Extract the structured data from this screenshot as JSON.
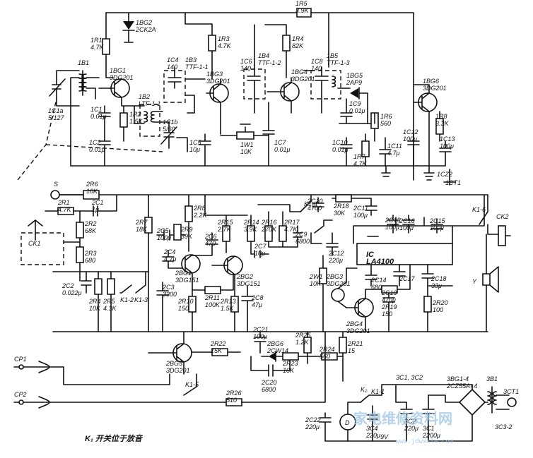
{
  "components": {
    "top": [
      {
        "ref": "1R5",
        "value": "3.9K"
      },
      {
        "ref": "1BG2",
        "value": "2CK2A"
      },
      {
        "ref": "1R1",
        "value": "4.7K"
      },
      {
        "ref": "1B1",
        "value": ""
      },
      {
        "ref": "1BG1",
        "value": "3DG201"
      },
      {
        "ref": "1C1a",
        "value": "5/127"
      },
      {
        "ref": "1C1",
        "value": "0.01μ"
      },
      {
        "ref": "1R2",
        "value": "1.5K"
      },
      {
        "ref": "1B2",
        "value": "LTF-1-1"
      },
      {
        "ref": "1C2",
        "value": "0.01μ"
      },
      {
        "ref": "1C1b",
        "value": "5/60"
      },
      {
        "ref": "1C4",
        "value": "140"
      },
      {
        "ref": "1B3",
        "value": "TTF-1-1"
      },
      {
        "ref": "1R3",
        "value": "4.7K"
      },
      {
        "ref": "1BG3",
        "value": "3DG201"
      },
      {
        "ref": "1C5",
        "value": "10μ"
      },
      {
        "ref": "1W1",
        "value": "10K"
      },
      {
        "ref": "1C6",
        "value": "140"
      },
      {
        "ref": "1B4",
        "value": "TTF-1-2"
      },
      {
        "ref": "1R4",
        "value": "82K"
      },
      {
        "ref": "1BG4",
        "value": "3DG201"
      },
      {
        "ref": "1C7",
        "value": "0.01μ"
      },
      {
        "ref": "1C8",
        "value": "140"
      },
      {
        "ref": "1B5",
        "value": "TTF-1-3"
      },
      {
        "ref": "1BG5",
        "value": "2AP9"
      },
      {
        "ref": "1C9",
        "value": "0.01μ"
      },
      {
        "ref": "1R6",
        "value": "560"
      },
      {
        "ref": "1C10",
        "value": "0.01μ"
      },
      {
        "ref": "1R7",
        "value": "4.7K"
      },
      {
        "ref": "1C11",
        "value": "4.7μ"
      },
      {
        "ref": "1BG6",
        "value": "3DG201"
      },
      {
        "ref": "1C12",
        "value": "100μ"
      },
      {
        "ref": "1R8",
        "value": "3.3K"
      },
      {
        "ref": "1C13",
        "value": "100μ"
      }
    ],
    "middle": [
      {
        "ref": "S",
        "value": ""
      },
      {
        "ref": "2R6",
        "value": "10K"
      },
      {
        "ref": "2R1",
        "value": "4.7K"
      },
      {
        "ref": "2C1",
        "value": "1μ"
      },
      {
        "ref": "CK1",
        "value": ""
      },
      {
        "ref": "2R2",
        "value": "68K"
      },
      {
        "ref": "2R3",
        "value": "680"
      },
      {
        "ref": "2C2",
        "value": "0.022μ"
      },
      {
        "ref": "2R4",
        "value": "10K"
      },
      {
        "ref": "2R5",
        "value": "4.3K"
      },
      {
        "ref": "K1-2",
        "value": ""
      },
      {
        "ref": "K1-3",
        "value": ""
      },
      {
        "ref": "2R7",
        "value": "18K"
      },
      {
        "ref": "2R8",
        "value": "2.2K"
      },
      {
        "ref": "2C5",
        "value": "100μ"
      },
      {
        "ref": "2R9",
        "value": "39K"
      },
      {
        "ref": "2C4",
        "value": "4.7μ"
      },
      {
        "ref": "2BG1",
        "value": "3DG151"
      },
      {
        "ref": "2C3",
        "value": "3300"
      },
      {
        "ref": "2R10",
        "value": "150"
      },
      {
        "ref": "2R15",
        "value": "2.7K"
      },
      {
        "ref": "2C6",
        "value": "470"
      },
      {
        "ref": "2R11",
        "value": "100K"
      },
      {
        "ref": "2BG2",
        "value": "3DG151"
      },
      {
        "ref": "2R13",
        "value": "1.5K"
      },
      {
        "ref": "2R14",
        "value": "3.9K"
      },
      {
        "ref": "2C7",
        "value": "10μ"
      },
      {
        "ref": "2C8",
        "value": "47μ"
      },
      {
        "ref": "2R16",
        "value": "270K"
      },
      {
        "ref": "2R17",
        "value": "4.7K"
      },
      {
        "ref": "2C9",
        "value": "6800"
      },
      {
        "ref": "K1-4",
        "value": ""
      },
      {
        "ref": "2R18",
        "value": "30K"
      },
      {
        "ref": "2C10",
        "value": "4700"
      },
      {
        "ref": "2C11",
        "value": "100μ"
      },
      {
        "ref": "2C12",
        "value": "220μ"
      },
      {
        "ref": "IC",
        "value": "LA4100"
      },
      {
        "ref": "2C13",
        "value": "100μ"
      },
      {
        "ref": "2C16",
        "value": "100μ"
      },
      {
        "ref": "2C15",
        "value": "100μ"
      },
      {
        "ref": "2C14",
        "value": "680"
      },
      {
        "ref": "2C17",
        "value": ""
      },
      {
        "ref": "2C18",
        "value": "33μ"
      },
      {
        "ref": "2W1",
        "value": "10K"
      },
      {
        "ref": "2BG3",
        "value": "3DG201"
      },
      {
        "ref": "2BG4",
        "value": "3DG201"
      },
      {
        "ref": "2R19",
        "value": "150"
      },
      {
        "ref": "2C19",
        "value": "470μ"
      },
      {
        "ref": "2R20",
        "value": "100"
      },
      {
        "ref": "K1-6",
        "value": ""
      },
      {
        "ref": "CK2",
        "value": ""
      },
      {
        "ref": "Y",
        "value": ""
      }
    ],
    "bottom": [
      {
        "ref": "2BG5",
        "value": "3DG201"
      },
      {
        "ref": "2R22",
        "value": "15K"
      },
      {
        "ref": "2C21",
        "value": "100μ"
      },
      {
        "ref": "2BG6",
        "value": "2CW14"
      },
      {
        "ref": "2R23",
        "value": "10K"
      },
      {
        "ref": "2R21",
        "value": "15"
      },
      {
        "ref": "2R25",
        "value": "1.2K"
      },
      {
        "ref": "2R24",
        "value": "560"
      },
      {
        "ref": "2C20",
        "value": "6800"
      },
      {
        "ref": "CP1",
        "value": ""
      },
      {
        "ref": "CP2",
        "value": ""
      },
      {
        "ref": "K1-5",
        "value": ""
      },
      {
        "ref": "2R26",
        "value": "510"
      },
      {
        "ref": "2C22",
        "value": "220μ"
      },
      {
        "ref": "D",
        "value": ""
      },
      {
        "ref": "K1-1",
        "value": ""
      },
      {
        "ref": "3C4",
        "value": "220μ"
      },
      {
        "ref": "3C1",
        "value": "2200μ"
      },
      {
        "ref": "3C2",
        "value": "220μ"
      },
      {
        "ref": "3BG1-4",
        "value": "2CZ55A×4"
      },
      {
        "ref": "3B1",
        "value": ""
      },
      {
        "ref": "3CT1",
        "value": ""
      }
    ]
  },
  "edge_labels": {
    "ct2": "1CZ2",
    "ct1": "1CT1",
    "k1_note": "K₁ 开关位于放音",
    "c3_note": "3C1, 3C2",
    "v9": "9V",
    "k2": "K₂",
    "c3_4": "3C3-2"
  },
  "watermark": {
    "text": "家电维修资料网",
    "url": "www.jdwxzlw.com"
  }
}
